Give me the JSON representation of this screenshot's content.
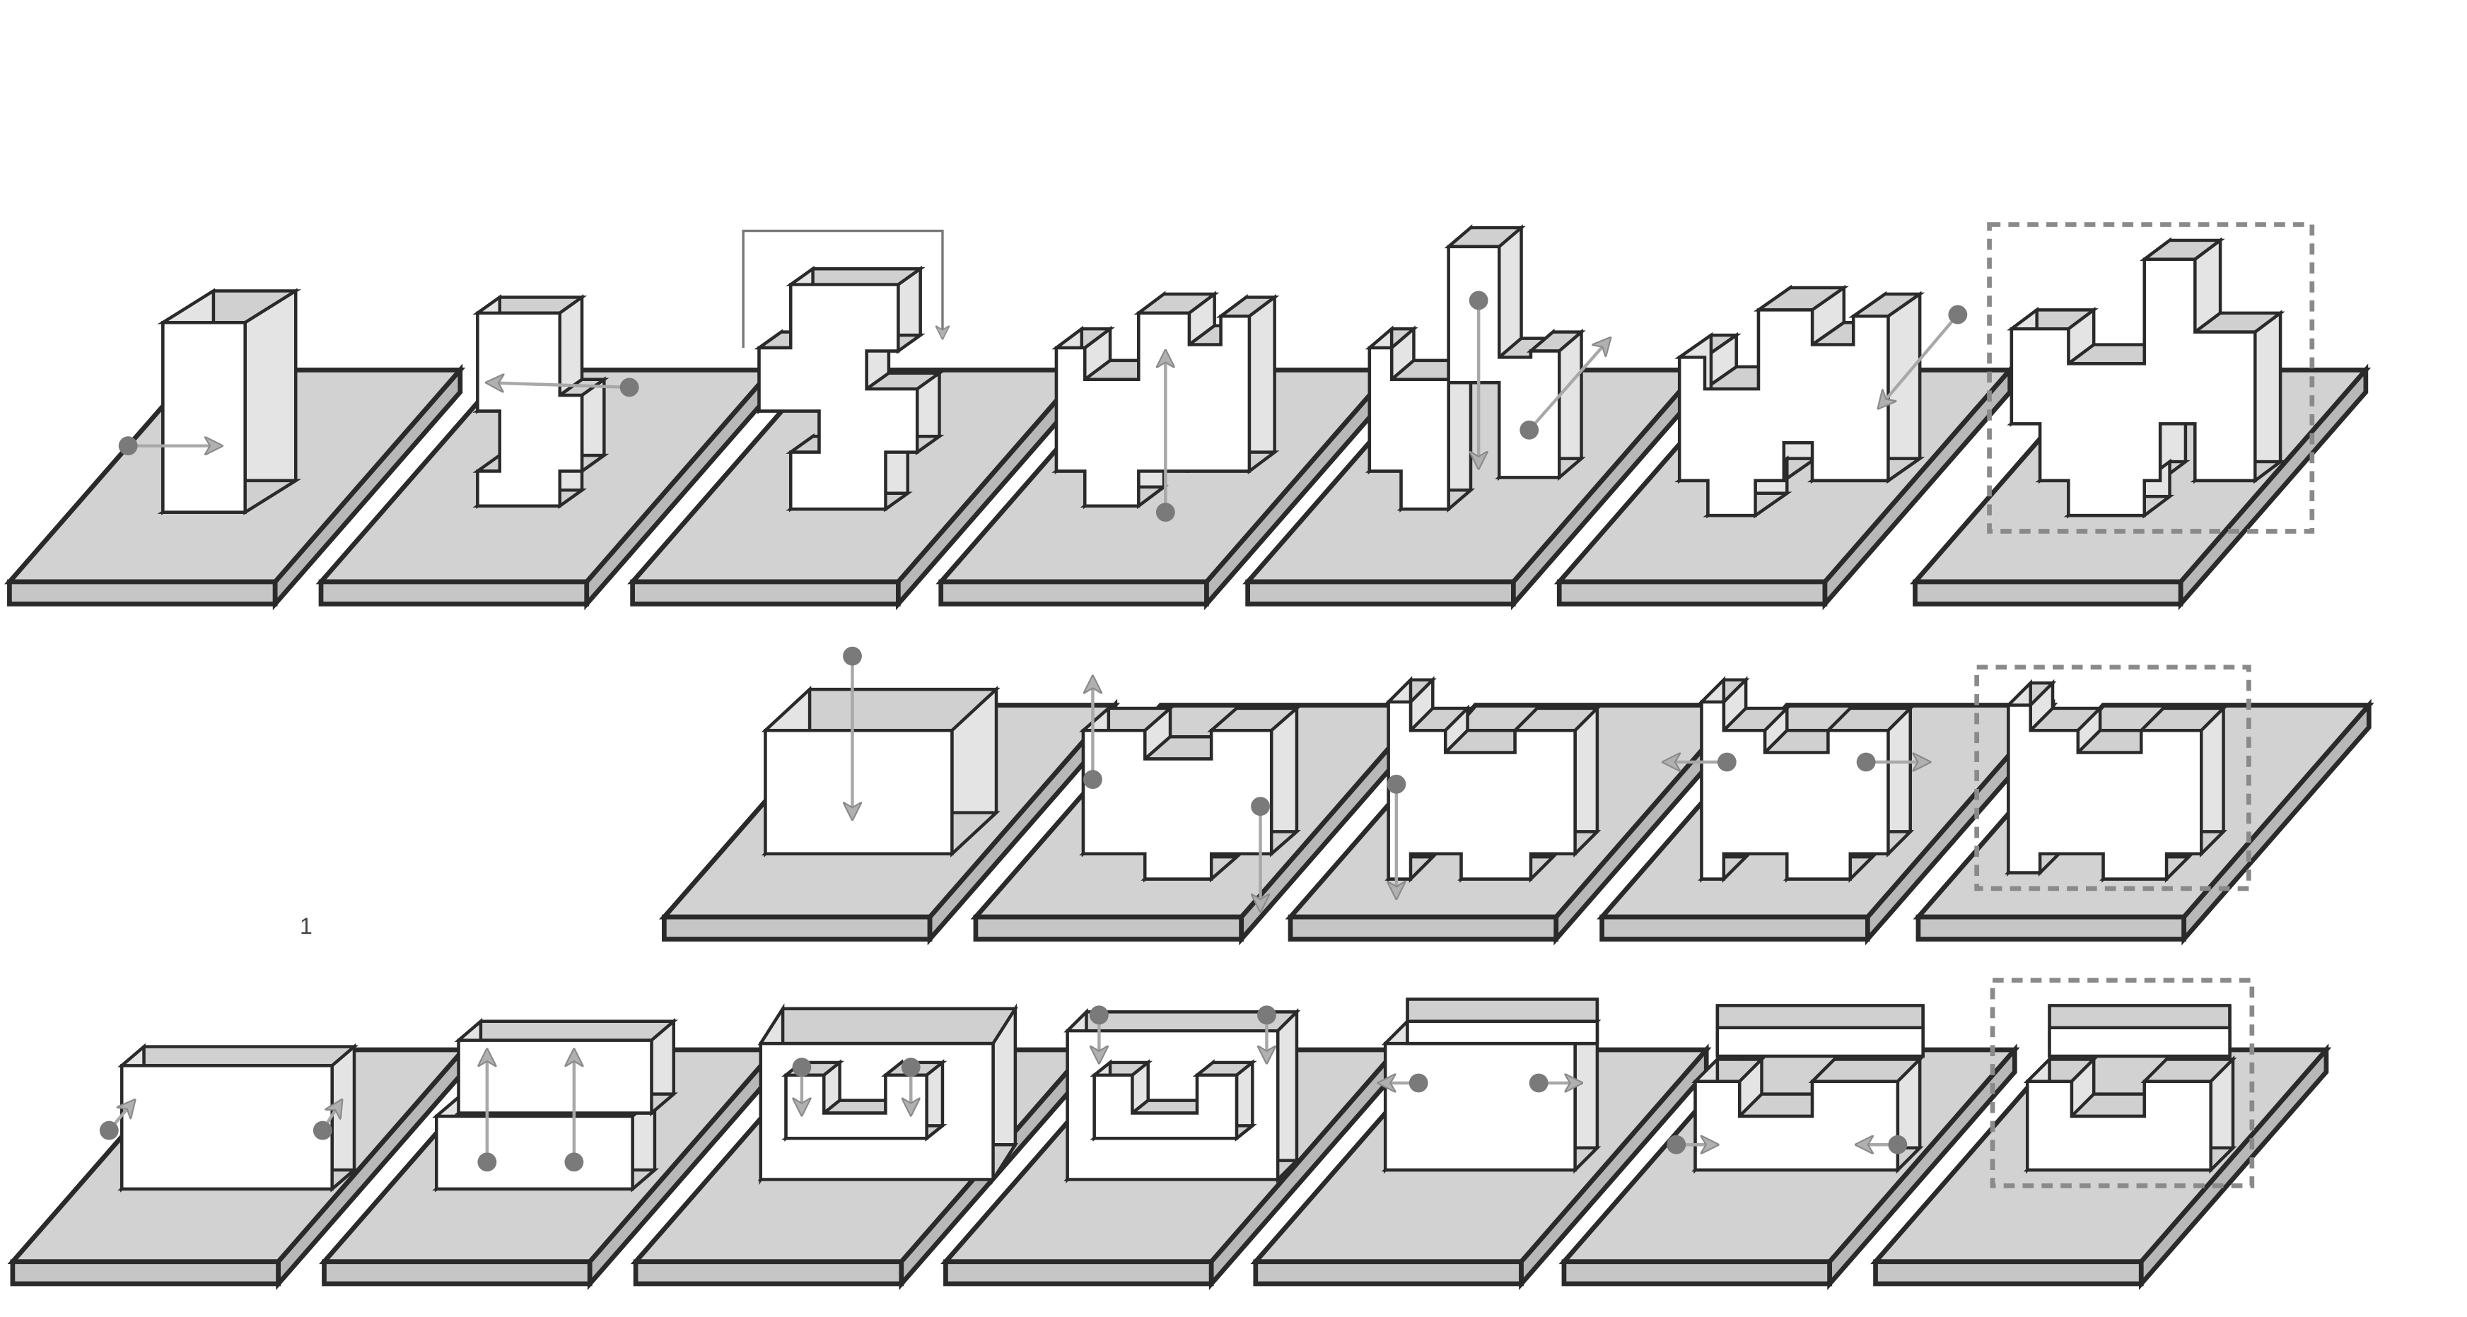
{
  "figure": {
    "description_free": true,
    "rows": [
      {
        "name": "row-1",
        "steps": [
          {
            "name": "step-1-1",
            "operation": "push-right",
            "final": false
          },
          {
            "name": "step-1-2",
            "operation": "push-left",
            "final": false
          },
          {
            "name": "step-1-3",
            "operation": "transfer-down",
            "final": false
          },
          {
            "name": "step-1-4",
            "operation": "push-up",
            "final": false
          },
          {
            "name": "step-1-5",
            "operation": "push-down-and-diagonal",
            "final": false
          },
          {
            "name": "step-1-6",
            "operation": "push-diagonal",
            "final": false
          },
          {
            "name": "step-1-7",
            "operation": "result",
            "final": true
          }
        ]
      },
      {
        "name": "row-2",
        "steps": [
          {
            "name": "step-2-1",
            "operation": "push-down",
            "final": false
          },
          {
            "name": "step-2-2",
            "operation": "push-up-and-down",
            "final": false
          },
          {
            "name": "step-2-3",
            "operation": "push-down",
            "final": false
          },
          {
            "name": "step-2-4",
            "operation": "push-outward",
            "final": false
          },
          {
            "name": "step-2-5",
            "operation": "result",
            "final": true
          }
        ]
      },
      {
        "name": "row-3",
        "steps": [
          {
            "name": "step-3-1",
            "operation": "push-diagonal-outward",
            "final": false
          },
          {
            "name": "step-3-2",
            "operation": "push-up",
            "final": false
          },
          {
            "name": "step-3-3",
            "operation": "push-down",
            "final": false
          },
          {
            "name": "step-3-4",
            "operation": "push-down",
            "final": false
          },
          {
            "name": "step-3-5",
            "operation": "push-outward",
            "final": false
          },
          {
            "name": "step-3-6",
            "operation": "push-inward",
            "final": false
          },
          {
            "name": "step-3-7",
            "operation": "result",
            "final": true
          }
        ]
      }
    ],
    "stray_marks": [
      "1"
    ]
  },
  "colors": {
    "plate_top": "#d2d2d2",
    "plate_side": "#b8b8b8",
    "block_front": "#ffffff",
    "block_top": "#d0d0d0",
    "block_side": "#e4e4e4",
    "outline": "#2a2a2a",
    "arrow": "#a8a8a8",
    "dot": "#7a7a7a",
    "dashed_box": "#8a8a8a"
  }
}
